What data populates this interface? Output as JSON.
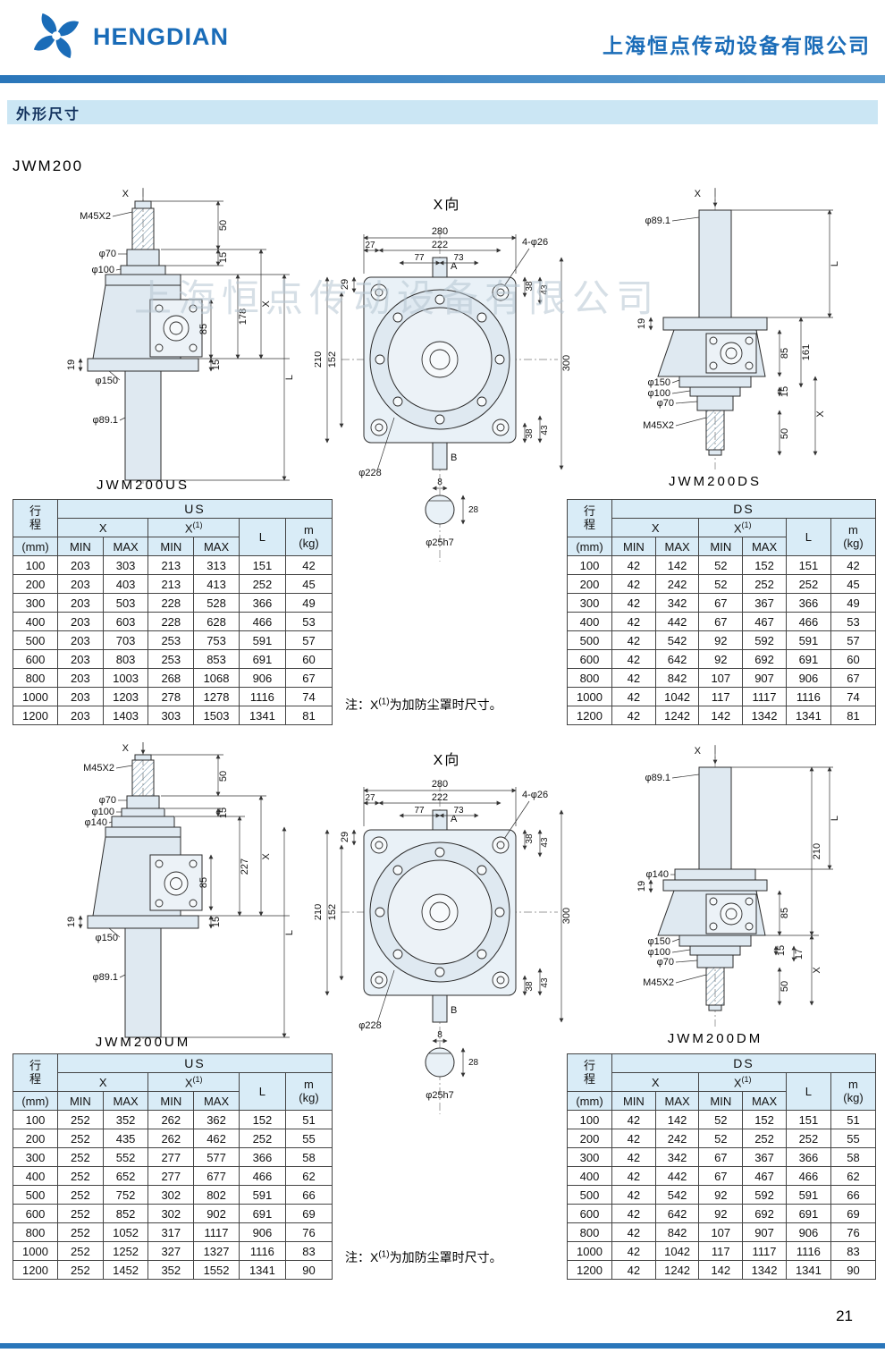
{
  "header": {
    "brand": "HENGDIAN",
    "company": "上海恒点传动设备有限公司"
  },
  "section_title": "外形尺寸",
  "model": "JWM200",
  "watermark": "上海恒点传动设备有限公司",
  "page_number": "21",
  "note": {
    "prefix": "注：X",
    "sup": "(1)",
    "suffix": "为加防尘罩时尺寸。"
  },
  "table_labels": {
    "stroke": "行\n程",
    "unit": "(mm)",
    "x": "X",
    "sup": "(1)",
    "l": "L",
    "m": "m\n(kg)",
    "min": "MIN",
    "max": "MAX"
  },
  "tables": [
    {
      "group": "US",
      "rows": [
        [
          100,
          203,
          303,
          213,
          313,
          151,
          42
        ],
        [
          200,
          203,
          403,
          213,
          413,
          252,
          45
        ],
        [
          300,
          203,
          503,
          228,
          528,
          366,
          49
        ],
        [
          400,
          203,
          603,
          228,
          628,
          466,
          53
        ],
        [
          500,
          203,
          703,
          253,
          753,
          591,
          57
        ],
        [
          600,
          203,
          803,
          253,
          853,
          691,
          60
        ],
        [
          800,
          203,
          1003,
          268,
          1068,
          906,
          67
        ],
        [
          1000,
          203,
          1203,
          278,
          1278,
          1116,
          74
        ],
        [
          1200,
          203,
          1403,
          303,
          1503,
          1341,
          81
        ]
      ]
    },
    {
      "group": "DS",
      "rows": [
        [
          100,
          42,
          142,
          52,
          152,
          151,
          42
        ],
        [
          200,
          42,
          242,
          52,
          252,
          252,
          45
        ],
        [
          300,
          42,
          342,
          67,
          367,
          366,
          49
        ],
        [
          400,
          42,
          442,
          67,
          467,
          466,
          53
        ],
        [
          500,
          42,
          542,
          92,
          592,
          591,
          57
        ],
        [
          600,
          42,
          642,
          92,
          692,
          691,
          60
        ],
        [
          800,
          42,
          842,
          107,
          907,
          906,
          67
        ],
        [
          1000,
          42,
          1042,
          117,
          1117,
          1116,
          74
        ],
        [
          1200,
          42,
          1242,
          142,
          1342,
          1341,
          81
        ]
      ]
    },
    {
      "group": "US",
      "rows": [
        [
          100,
          252,
          352,
          262,
          362,
          152,
          51
        ],
        [
          200,
          252,
          435,
          262,
          462,
          252,
          55
        ],
        [
          300,
          252,
          552,
          277,
          577,
          366,
          58
        ],
        [
          400,
          252,
          652,
          277,
          677,
          466,
          62
        ],
        [
          500,
          252,
          752,
          302,
          802,
          591,
          66
        ],
        [
          600,
          252,
          852,
          302,
          902,
          691,
          69
        ],
        [
          800,
          252,
          1052,
          317,
          1117,
          906,
          76
        ],
        [
          1000,
          252,
          1252,
          327,
          1327,
          1116,
          83
        ],
        [
          1200,
          252,
          1452,
          352,
          1552,
          1341,
          90
        ]
      ]
    },
    {
      "group": "DS",
      "rows": [
        [
          100,
          42,
          142,
          52,
          152,
          151,
          51
        ],
        [
          200,
          42,
          242,
          52,
          252,
          252,
          55
        ],
        [
          300,
          42,
          342,
          67,
          367,
          366,
          58
        ],
        [
          400,
          42,
          442,
          67,
          467,
          466,
          62
        ],
        [
          500,
          42,
          542,
          92,
          592,
          591,
          66
        ],
        [
          600,
          42,
          642,
          92,
          692,
          691,
          69
        ],
        [
          800,
          42,
          842,
          107,
          907,
          906,
          76
        ],
        [
          1000,
          42,
          1042,
          117,
          1117,
          1116,
          83
        ],
        [
          1200,
          42,
          1242,
          142,
          1342,
          1341,
          90
        ]
      ]
    }
  ],
  "diagram_labels": {
    "x_axis": "X",
    "x_view": "X向",
    "us": {
      "caption": "JWM200US",
      "m45": "M45X2",
      "d50": "50",
      "d15a": "15",
      "phi70": "φ70",
      "phi100": "φ100",
      "d178": "178",
      "x": "X",
      "d85": "85",
      "d19": "19",
      "d15b": "15",
      "phi150": "φ150",
      "phi89": "φ89.1",
      "l": "L"
    },
    "xv": {
      "d280": "280",
      "d27": "27",
      "d222": "222",
      "d77": "77",
      "d73": "73",
      "holes": "4-φ26",
      "a": "A",
      "b": "B",
      "d29": "29",
      "d38": "38",
      "d43": "43",
      "d152": "152",
      "d210": "210",
      "d300": "300",
      "phi228": "φ228",
      "d8": "8",
      "d28": "28",
      "shaft": "φ25h7"
    },
    "ds": {
      "caption": "JWM200DS",
      "phi89": "φ89.1",
      "l": "L",
      "d19": "19",
      "d85": "85",
      "d161": "161",
      "phi150": "φ150",
      "phi100": "φ100",
      "d15": "15",
      "x": "X",
      "phi70": "φ70",
      "m45": "M45X2",
      "d50": "50"
    },
    "um": {
      "caption": "JWM200UM",
      "m45": "M45X2",
      "d50": "50",
      "phi70": "φ70",
      "phi100": "φ100",
      "d15a": "15",
      "phi140": "φ140",
      "d227": "227",
      "x": "X",
      "d85": "85",
      "d19": "19",
      "d15b": "15",
      "phi150": "φ150",
      "phi89": "φ89.1",
      "l": "L"
    },
    "dm": {
      "caption": "JWM200DM",
      "phi89": "φ89.1",
      "l": "L",
      "phi140": "φ140",
      "d210": "210",
      "d19": "19",
      "d85": "85",
      "d15": "15",
      "d17": "17",
      "x": "X",
      "phi150": "φ150",
      "phi100": "φ100",
      "phi70": "φ70",
      "m45": "M45X2",
      "d50": "50"
    }
  },
  "colors": {
    "brand_blue": "#1a6cb8",
    "band_blue": "#2a76ba",
    "section_bg": "#cbe6f4",
    "table_header_bg": "#d9ecf7",
    "part_fill": "#dfe9f1"
  }
}
